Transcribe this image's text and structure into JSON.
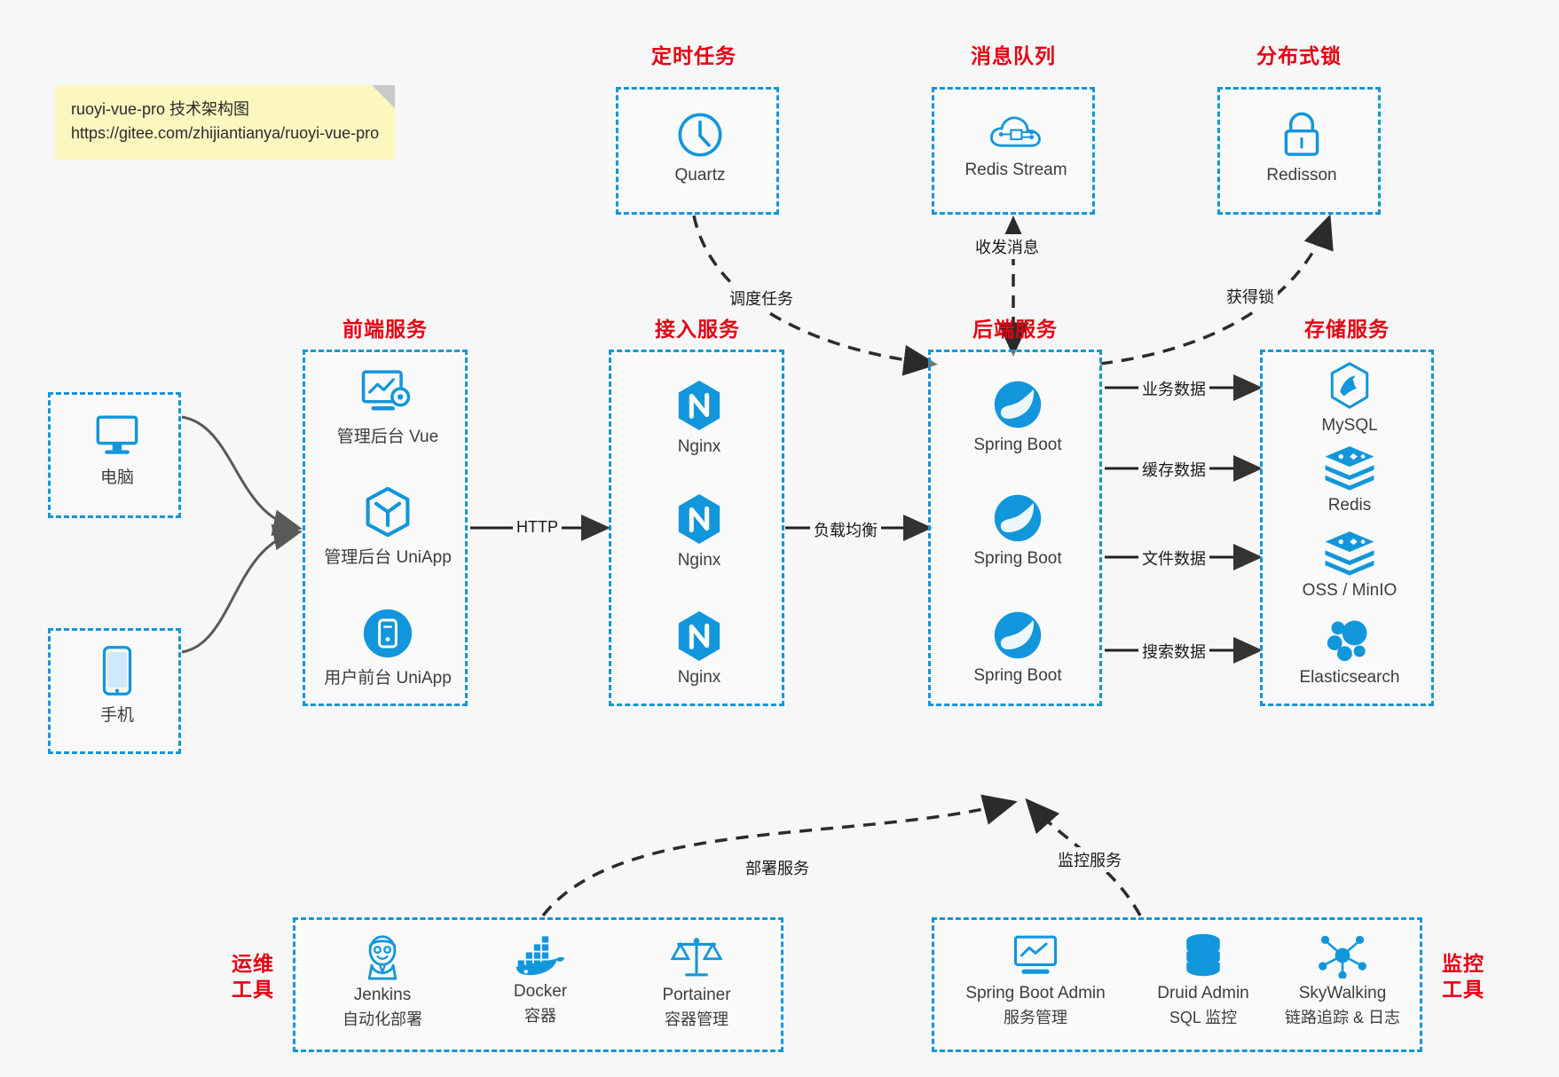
{
  "note": {
    "line1": "ruoyi-vue-pro 技术架构图",
    "line2": "https://gitee.com/zhijiantianya/ruoyi-vue-pro"
  },
  "groups": {
    "scheduled_task": {
      "title": "定时任务"
    },
    "message_queue": {
      "title": "消息队列"
    },
    "distributed_lock": {
      "title": "分布式锁"
    },
    "frontend": {
      "title": "前端服务"
    },
    "gateway": {
      "title": "接入服务"
    },
    "backend": {
      "title": "后端服务"
    },
    "storage": {
      "title": "存储服务"
    },
    "devops": {
      "title_line1": "运维",
      "title_line2": "工具"
    },
    "monitor": {
      "title_line1": "监控",
      "title_line2": "工具"
    }
  },
  "nodes": {
    "quartz": {
      "label": "Quartz",
      "icon": "clock-icon"
    },
    "redis_stream": {
      "label": "Redis Stream",
      "icon": "cloud-stream-icon"
    },
    "redisson": {
      "label": "Redisson",
      "icon": "lock-icon"
    },
    "computer": {
      "label": "电脑",
      "icon": "desktop-monitor-icon"
    },
    "phone": {
      "label": "手机",
      "icon": "mobile-phone-icon"
    },
    "admin_vue": {
      "label": "管理后台 Vue",
      "icon": "dashboard-gear-icon"
    },
    "admin_uniapp": {
      "label": "管理后台 UniApp",
      "icon": "cube-icon"
    },
    "user_uniapp": {
      "label": "用户前台 UniApp",
      "icon": "mobile-circle-icon"
    },
    "nginx1": {
      "label": "Nginx",
      "icon": "nginx-hexagon-icon"
    },
    "nginx2": {
      "label": "Nginx",
      "icon": "nginx-hexagon-icon"
    },
    "nginx3": {
      "label": "Nginx",
      "icon": "nginx-hexagon-icon"
    },
    "springboot1": {
      "label": "Spring Boot",
      "icon": "spring-leaf-icon"
    },
    "springboot2": {
      "label": "Spring Boot",
      "icon": "spring-leaf-icon"
    },
    "springboot3": {
      "label": "Spring Boot",
      "icon": "spring-leaf-icon"
    },
    "mysql": {
      "label": "MySQL",
      "icon": "mysql-dolphin-icon"
    },
    "redis": {
      "label": "Redis",
      "icon": "redis-stack-icon"
    },
    "oss_minio": {
      "label": "OSS / MinIO",
      "icon": "storage-stack-icon"
    },
    "elasticsearch": {
      "label": "Elasticsearch",
      "icon": "elasticsearch-cluster-icon"
    },
    "jenkins": {
      "label": "Jenkins",
      "sub": "自动化部署",
      "icon": "jenkins-butler-icon"
    },
    "docker": {
      "label": "Docker",
      "sub": "容器",
      "icon": "docker-whale-icon"
    },
    "portainer": {
      "label": "Portainer",
      "sub": "容器管理",
      "icon": "portainer-scales-icon"
    },
    "sba": {
      "label": "Spring Boot Admin",
      "sub": "服务管理",
      "icon": "monitor-chart-icon"
    },
    "druid": {
      "label": "Druid Admin",
      "sub": "SQL 监控",
      "icon": "database-cylinder-icon"
    },
    "skywalking": {
      "label": "SkyWalking",
      "sub": "链路追踪 & 日志",
      "icon": "skywalking-nodes-icon"
    }
  },
  "edges": {
    "http": "HTTP",
    "load_balance": "负载均衡",
    "schedule_task": "调度任务",
    "send_receive_message": "收发消息",
    "acquire_lock": "获得锁",
    "business_data": "业务数据",
    "cache_data": "缓存数据",
    "file_data": "文件数据",
    "search_data": "搜索数据",
    "deploy_service": "部署服务",
    "monitor_service": "监控服务"
  },
  "colors": {
    "accent_blue": "#1296db",
    "title_red": "#e60012",
    "note_yellow": "#fcf7bf",
    "background": "#f7f7f7",
    "arrow_dark": "#333333",
    "arrow_gray": "#595959"
  }
}
